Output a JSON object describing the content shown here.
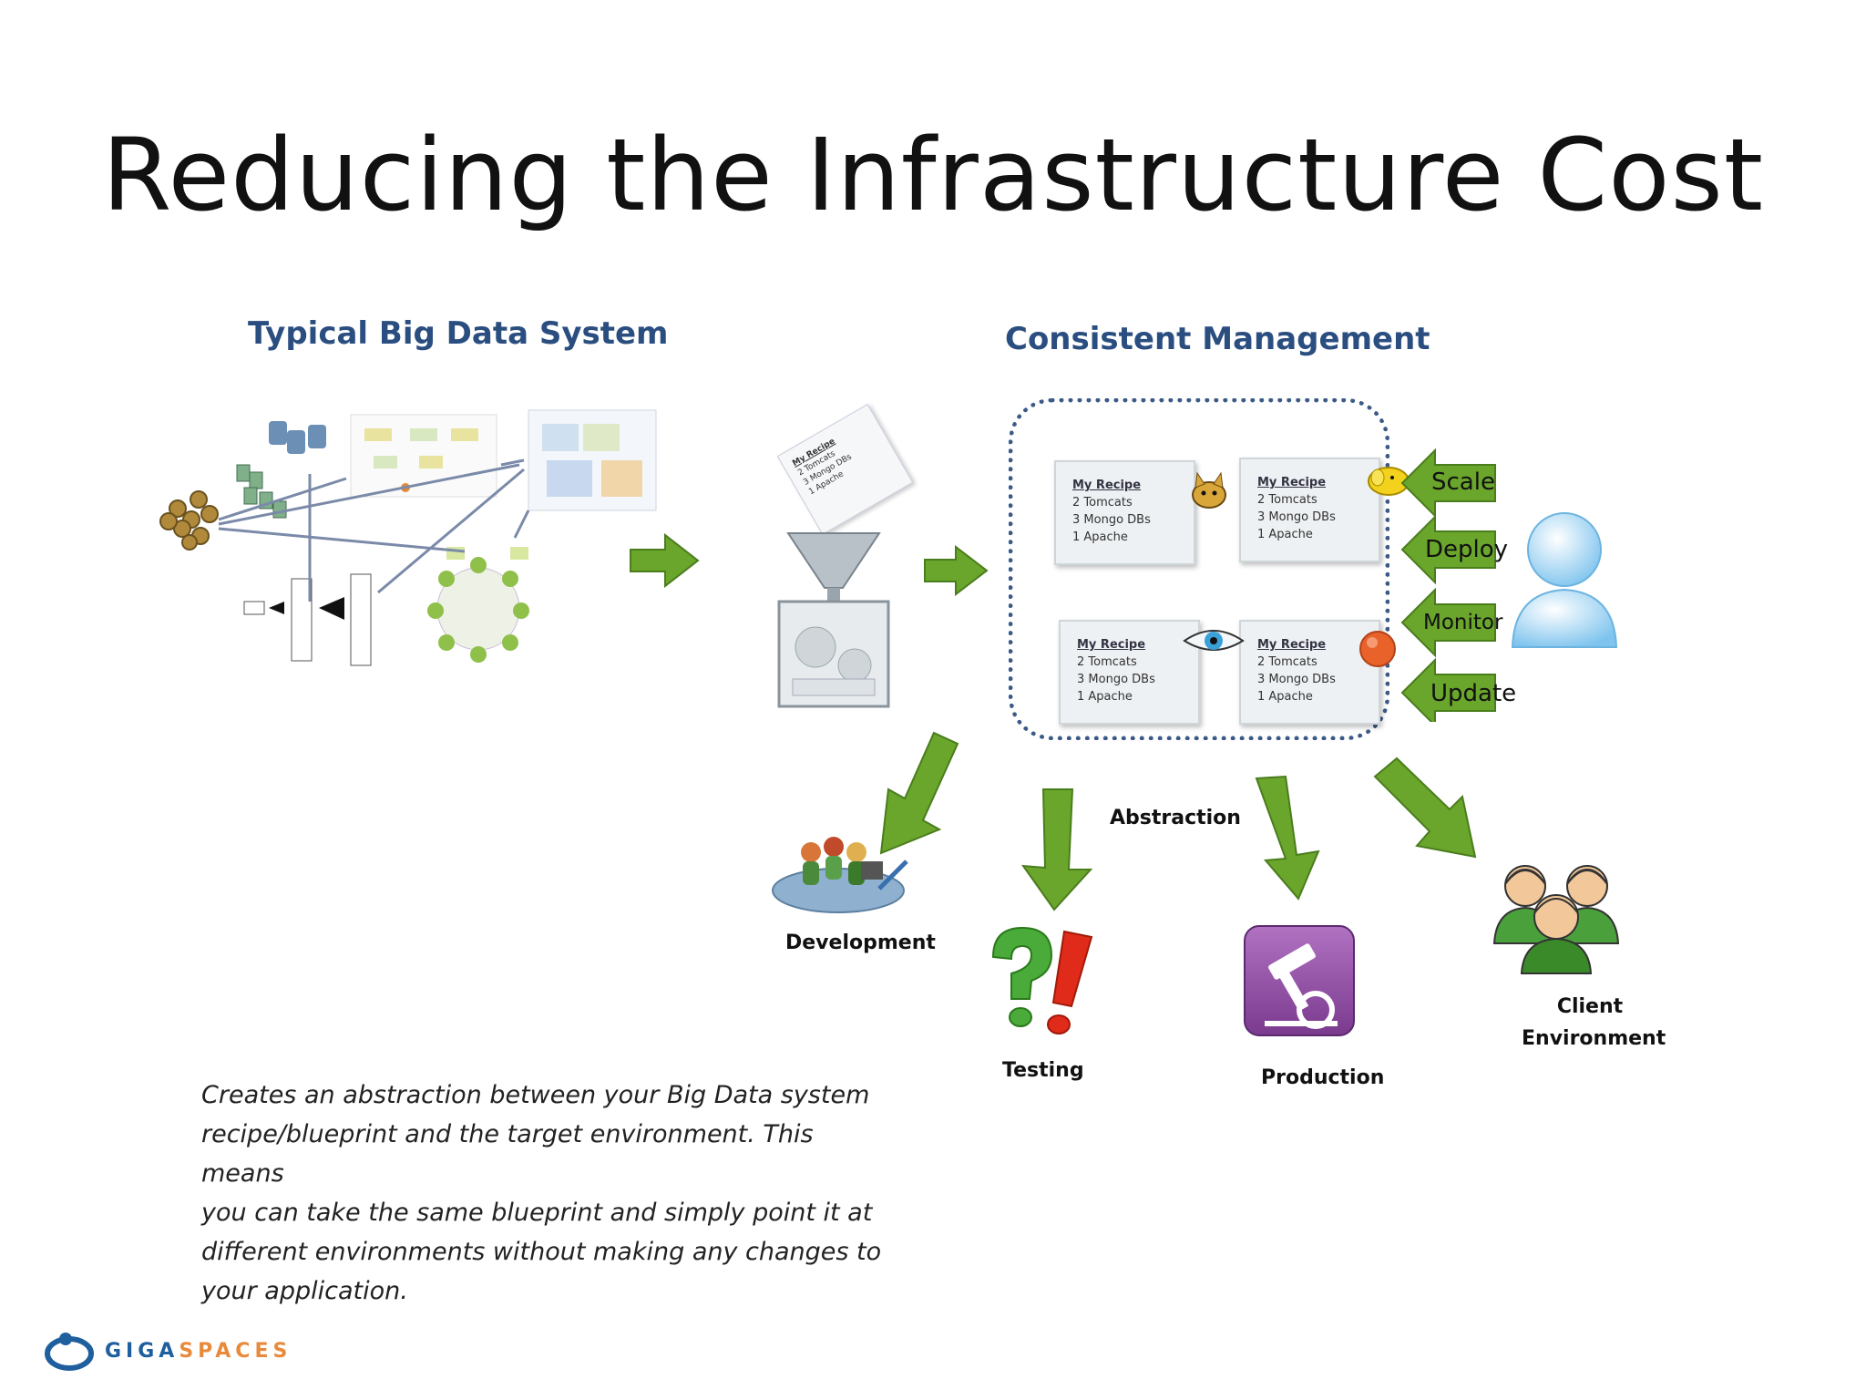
{
  "title": "Reducing the Infrastructure Cost",
  "left_heading": "Typical Big Data System",
  "right_heading": "Consistent Management",
  "recipe_card": {
    "title": "My Recipe",
    "lines": [
      "2 Tomcats",
      "3 Mongo DBs",
      "1 Apache"
    ]
  },
  "actions": [
    "Scale",
    "Deploy",
    "Monitor",
    "Update"
  ],
  "abstraction_label": "Abstraction",
  "targets": {
    "development": "Development",
    "testing": "Testing",
    "production": "Production",
    "client_line1": "Client",
    "client_line2": "Environment"
  },
  "description_lines": [
    "Creates an abstraction between your Big Data system",
    "recipe/blueprint and the target environment. This means",
    "you can take the same blueprint and simply point it at",
    "different environments without making any changes to",
    "your application."
  ],
  "logo": {
    "part1": "GIGA",
    "part2": "SPACES",
    "color1": "#1f5f9e",
    "color2": "#e88a3b"
  },
  "colors": {
    "heading": "#2b4e80",
    "arrow_green": "#6aa52c",
    "dashed_border": "#3b5a86"
  }
}
